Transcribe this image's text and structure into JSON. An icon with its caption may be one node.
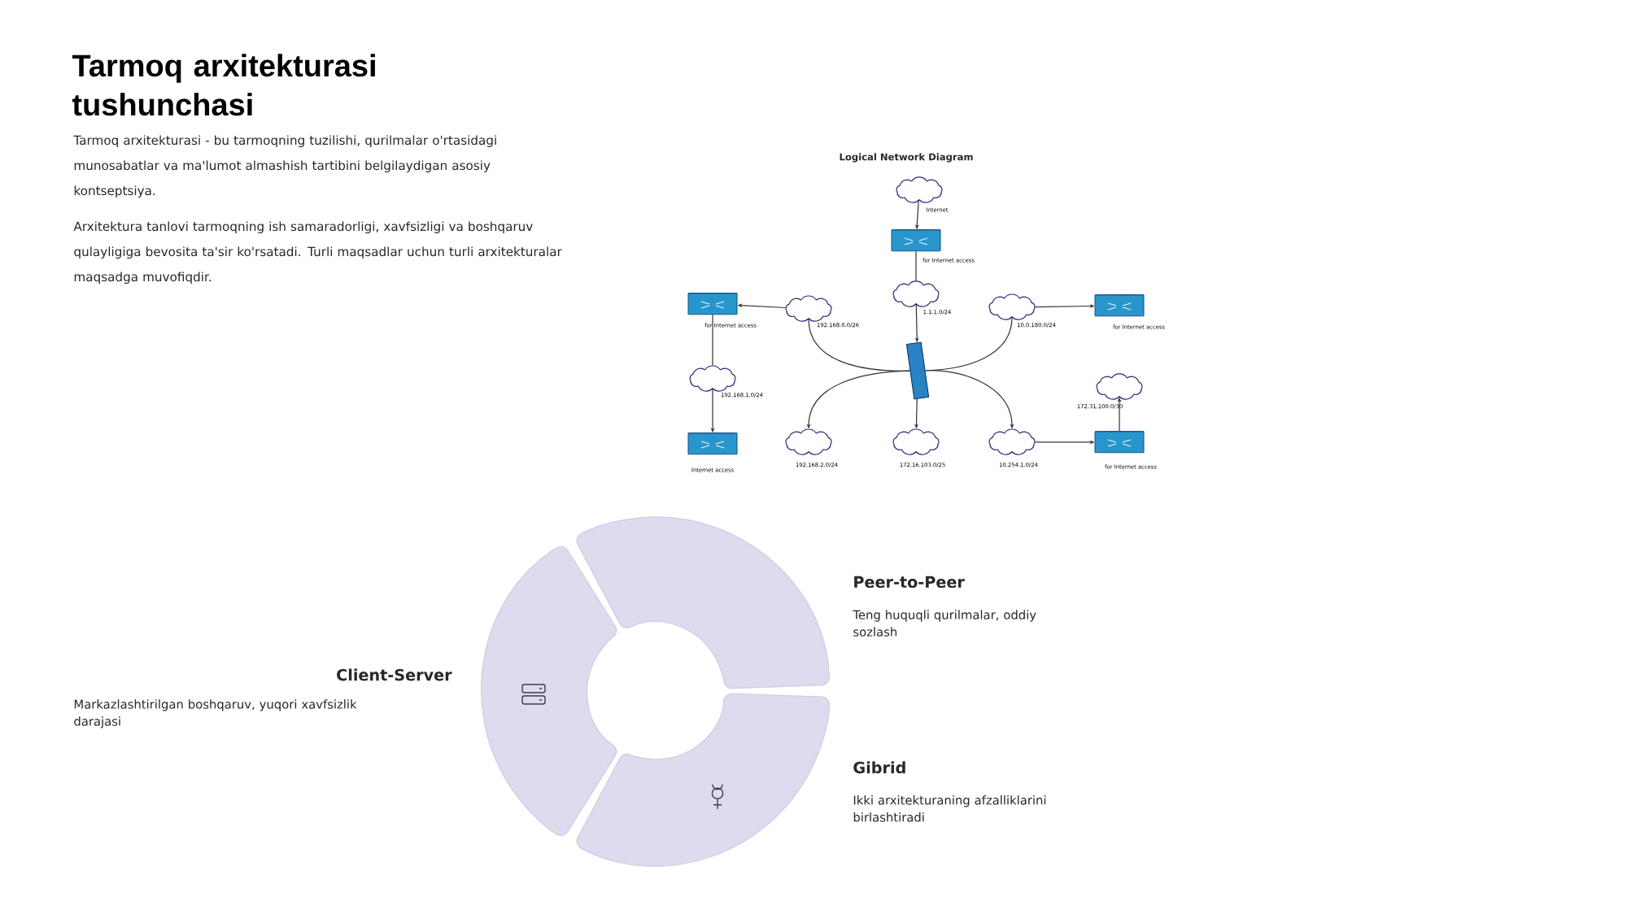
{
  "diagram": {
    "title": "Tarmoq arxitekturasi tushunchasi",
    "nodes": [
      {
        "text": [],
        "shape": "cloud",
        "beside": [
          "Internet"
        ]
      },
      {
        "text": [],
        "shape": "cylinder",
        "beside": [
          "for Internet access"
        ]
      },
      {
        "text": [],
        "shape": "cloud",
        "beside": [
          "1.1.1.0/24"
        ]
      },
      {
        "text": [],
        "shape": "cylinder",
        "beside": [
          "for Internet access"
        ]
      },
      {
        "text": [],
        "shape": "cloud",
        "beside": [
          "192.168.0.0/26"
        ]
      },
      {
        "text": [],
        "shape": "box"
      },
      {
        "text": [],
        "shape": "cloud",
        "beside": [
          "10.0.180.0/24"
        ]
      },
      {
        "text": [],
        "shape": "cylinder",
        "beside": [
          "for Internet access"
        ]
      },
      {
        "text": [],
        "shape": "cloud",
        "beside": [
          "192.168.1.0/24"
        ]
      },
      {
        "text": [],
        "shape": "cylinder",
        "beside": [
          "Internet access"
        ]
      },
      {
        "text": [],
        "shape": "cloud",
        "beside": [
          "192.168.2.0/24"
        ]
      },
      {
        "text": [],
        "shape": "cloud",
        "beside": [
          "172.16.103.0/25"
        ]
      },
      {
        "text": [],
        "shape": "cloud",
        "beside": [
          "10.254.1.0/24"
        ]
      },
      {
        "text": [],
        "shape": "cloud",
        "beside": [
          "172.31.100.0/30"
        ]
      },
      {
        "text": [],
        "shape": "cylinder",
        "beside": [
          "for Internet access"
        ]
      }
    ],
    "edges": [
      {
        "from": 0,
        "to": 1,
        "arrow": "to"
      },
      {
        "from": 1,
        "to": 2,
        "arrow": "none"
      },
      {
        "from": 2,
        "to": 5,
        "arrow": "to"
      },
      {
        "from": 4,
        "to": 3,
        "arrow": "to"
      },
      {
        "from": 5,
        "to": 4,
        "arrow": "none"
      },
      {
        "from": 6,
        "to": 7,
        "arrow": "to"
      },
      {
        "from": 5,
        "to": 6,
        "arrow": "none"
      },
      {
        "from": 3,
        "to": 8,
        "arrow": "none"
      },
      {
        "from": 8,
        "to": 9,
        "arrow": "to"
      },
      {
        "from": 5,
        "to": 10,
        "arrow": "to"
      },
      {
        "from": 5,
        "to": 11,
        "arrow": "to"
      },
      {
        "from": 5,
        "to": 12,
        "arrow": "to"
      },
      {
        "from": 12,
        "to": 14,
        "arrow": "to"
      },
      {
        "from": 14,
        "to": 13,
        "arrow": "to"
      }
    ],
    "labels": [
      "Tarmoq arxitekturasi - bu tarmoqning tuzilishi, qurilmalar o'rtasidagi munosabatlar va ma'lumot almashish tartibini belgilaydigan asosiy kontseptsiya.",
      "Arxitektura tanlovi tarmoqning ish samaradorligi, xavfsizligi va boshqaruv qulayligiga bevosita ta'sir ko'rsatadi. Turli maqsadlar uchun turli arxitekturalar maqsadga  muvofiqdir.",
      "Logical Network Diagram",
      "Peer-to-Peer",
      "Teng huquqli qurilmalar, oddiy sozlash",
      "Client-Server",
      "Markazlashtirilgan boshqaruv, yuqori xavfsizlik darajasi",
      "Gibrid",
      "Ikki arxitekturaning afzalliklarini birlashtiradi"
    ]
  }
}
